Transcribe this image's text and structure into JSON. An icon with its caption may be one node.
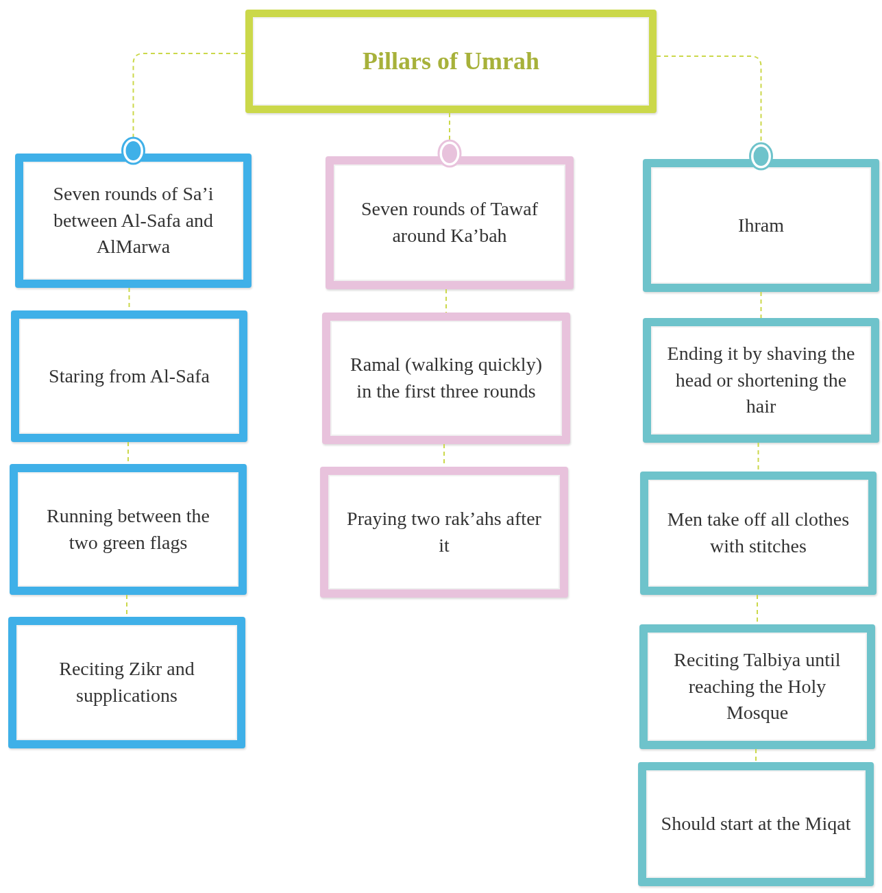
{
  "diagram": {
    "nodes": [
      {
        "text": [
          "Pillars of Umrah"
        ]
      },
      {
        "text": [
          "Seven rounds of Sa’i between Al-Safa and AlMarwa"
        ]
      },
      {
        "text": [
          "Staring from Al-Safa"
        ]
      },
      {
        "text": [
          "Running between the two green flags"
        ]
      },
      {
        "text": [
          "Reciting Zikr and supplications"
        ]
      },
      {
        "text": [
          "Seven rounds of Tawaf around Ka’bah"
        ]
      },
      {
        "text": [
          "Ramal (walking quickly) in the first three rounds"
        ]
      },
      {
        "text": [
          "Praying two rak’ahs after it"
        ]
      },
      {
        "text": [
          "Ihram"
        ]
      },
      {
        "text": [
          "Ending it by shaving the head or shortening the hair"
        ]
      },
      {
        "text": [
          "Men take off all clothes with stitches"
        ]
      },
      {
        "text": [
          "Reciting Talbiya until reaching the Holy Mosque"
        ]
      },
      {
        "text": [
          "Should start at the Miqat"
        ]
      }
    ],
    "edges": [
      {
        "from": 0,
        "to": 1,
        "arrow": "other",
        "style": "dashed"
      },
      {
        "from": 0,
        "to": 5,
        "arrow": "other",
        "style": "dashed"
      },
      {
        "from": 0,
        "to": 8,
        "arrow": "other",
        "style": "dashed"
      },
      {
        "from": 1,
        "to": 2,
        "arrow": "none",
        "style": "dashed"
      },
      {
        "from": 2,
        "to": 3,
        "arrow": "none",
        "style": "dashed"
      },
      {
        "from": 3,
        "to": 4,
        "arrow": "none",
        "style": "dashed"
      },
      {
        "from": 5,
        "to": 6,
        "arrow": "none",
        "style": "dashed"
      },
      {
        "from": 6,
        "to": 7,
        "arrow": "none",
        "style": "dashed"
      },
      {
        "from": 8,
        "to": 9,
        "arrow": "none",
        "style": "dashed"
      },
      {
        "from": 9,
        "to": 10,
        "arrow": "none",
        "style": "dashed"
      },
      {
        "from": 10,
        "to": 11,
        "arrow": "none",
        "style": "dashed"
      },
      {
        "from": 11,
        "to": 12,
        "arrow": "none",
        "style": "dashed"
      }
    ]
  }
}
